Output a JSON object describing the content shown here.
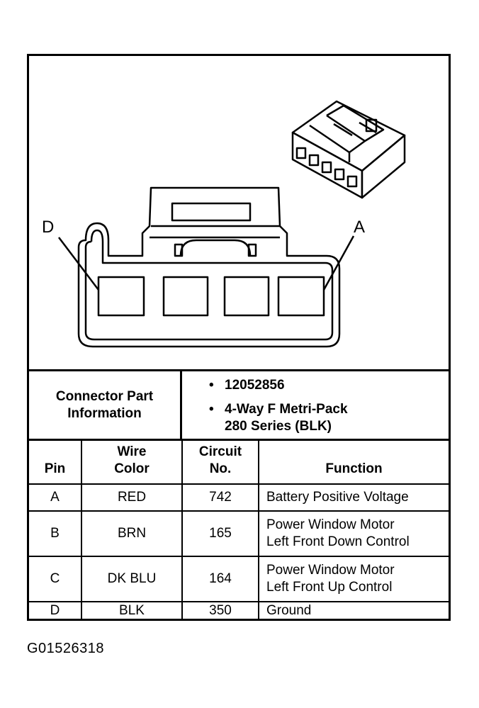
{
  "diagram": {
    "pin_label_left": "D",
    "pin_label_right": "A"
  },
  "connector_info": {
    "label": "Connector Part Information",
    "bullets": [
      {
        "symbol": "•",
        "lines": [
          "12052856"
        ]
      },
      {
        "symbol": "•",
        "lines": [
          "4-Way F Metri-Pack",
          "280 Series (BLK)"
        ]
      }
    ]
  },
  "table": {
    "headers": {
      "pin": "Pin",
      "wire_color_line1": "Wire",
      "wire_color_line2": "Color",
      "circuit_line1": "Circuit",
      "circuit_line2": "No.",
      "function": "Function"
    },
    "rows": [
      {
        "pin": "A",
        "wire_color": "RED",
        "circuit": "742",
        "function_lines": [
          "Battery Positive Voltage"
        ]
      },
      {
        "pin": "B",
        "wire_color": "BRN",
        "circuit": "165",
        "function_lines": [
          "Power Window Motor",
          "Left Front Down Control"
        ]
      },
      {
        "pin": "C",
        "wire_color": "DK BLU",
        "circuit": "164",
        "function_lines": [
          "Power Window Motor",
          "Left Front Up Control"
        ]
      },
      {
        "pin": "D",
        "wire_color": "BLK",
        "circuit": "350",
        "function_lines": [
          "Ground"
        ]
      }
    ]
  },
  "caption": "G01526318"
}
